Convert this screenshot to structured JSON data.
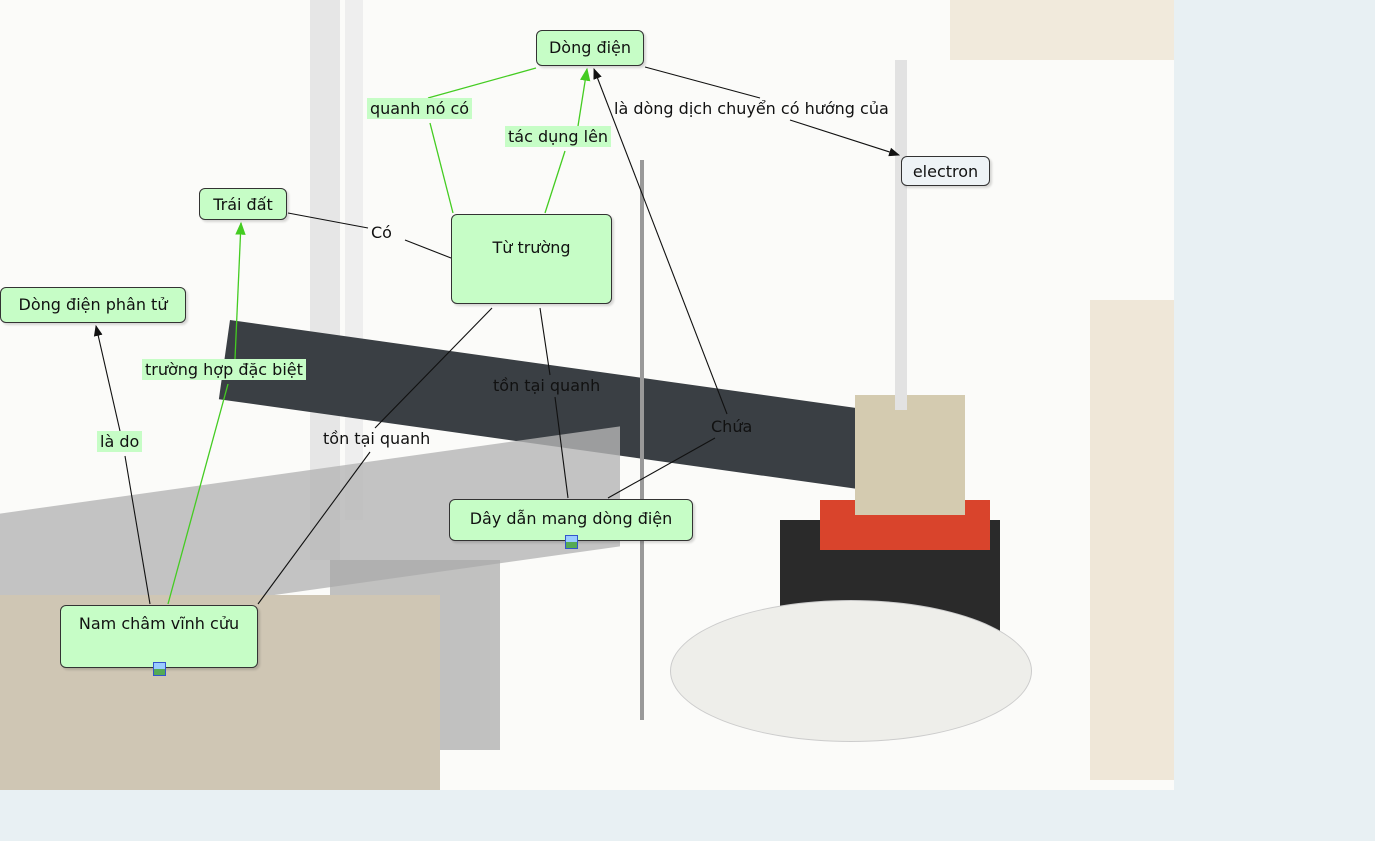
{
  "concepts": {
    "dong_dien": "Dòng điện",
    "electron": "electron",
    "trai_dat": "Trái đất",
    "tu_truong": "Từ trường",
    "dong_dien_phan_tu": "Dòng điện phân tử",
    "day_dan": "Dây dẫn mang dòng điện",
    "nam_cham": "Nam châm vĩnh cửu"
  },
  "links": {
    "quanh_no_co": "quanh nó có",
    "tac_dung_len": "tác dụng lên",
    "la_dong_dich_chuyen": "là dòng dịch chuyển có hướng của",
    "co": "Có",
    "truong_hop_dac_biet": "trường hợp đặc biệt",
    "la_do": "là do",
    "ton_tai_quanh_1": "tồn tại quanh",
    "ton_tai_quanh_2": "tồn tại quanh",
    "chua": "Chứa"
  },
  "colors": {
    "concept_fill": "#c6fdc6",
    "green_link": "#44cc22",
    "black_link": "#111111"
  }
}
